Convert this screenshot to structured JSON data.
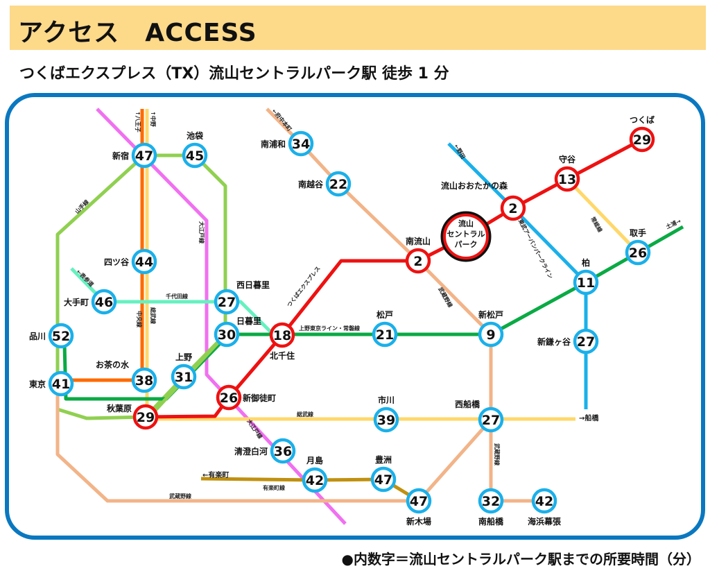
{
  "header": {
    "title": "アクセス　ACCESS"
  },
  "subtitle": "つくばエクスプレス（TX）流山セントラルパーク駅 徒歩 1 分",
  "footnote": "●内数字＝流山セントラルパーク駅までの所要時間（分）",
  "colors": {
    "station_blue": "#1ab0ea",
    "tx_red": "#ee1111",
    "frame": "#0a78c0",
    "header_bg": "#fdd98a"
  },
  "home_station": {
    "name_lines": [
      "流山",
      "セントラル",
      "パーク"
    ]
  },
  "stations": [
    {
      "name": "新宿",
      "minutes": "47",
      "line": "jr"
    },
    {
      "name": "池袋",
      "minutes": "45",
      "line": "jr"
    },
    {
      "name": "四ツ谷",
      "minutes": "44",
      "line": "jr"
    },
    {
      "name": "大手町",
      "minutes": "46",
      "line": "jr"
    },
    {
      "name": "西日暮里",
      "minutes": "27",
      "line": "jr"
    },
    {
      "name": "日暮里",
      "minutes": "30",
      "line": "jr"
    },
    {
      "name": "品川",
      "minutes": "52",
      "line": "jr"
    },
    {
      "name": "東京",
      "minutes": "41",
      "line": "jr"
    },
    {
      "name": "お茶の水",
      "minutes": "38",
      "line": "jr"
    },
    {
      "name": "上野",
      "minutes": "31",
      "line": "jr"
    },
    {
      "name": "秋葉原",
      "minutes": "29",
      "line": "tx"
    },
    {
      "name": "新御徒町",
      "minutes": "26",
      "line": "tx"
    },
    {
      "name": "北千住",
      "minutes": "18",
      "line": "tx"
    },
    {
      "name": "松戸",
      "minutes": "21",
      "line": "jr"
    },
    {
      "name": "新松戸",
      "minutes": "9",
      "line": "jr"
    },
    {
      "name": "南流山",
      "minutes": "2",
      "line": "tx"
    },
    {
      "name": "流山おおたかの森",
      "minutes": "2",
      "line": "tx"
    },
    {
      "name": "守谷",
      "minutes": "13",
      "line": "tx"
    },
    {
      "name": "つくば",
      "minutes": "29",
      "line": "tx"
    },
    {
      "name": "取手",
      "minutes": "26",
      "line": "jr"
    },
    {
      "name": "柏",
      "minutes": "11",
      "line": "jr"
    },
    {
      "name": "新鎌ヶ谷",
      "minutes": "27",
      "line": "jr"
    },
    {
      "name": "南浦和",
      "minutes": "34",
      "line": "jr"
    },
    {
      "name": "南越谷",
      "minutes": "22",
      "line": "jr"
    },
    {
      "name": "市川",
      "minutes": "39",
      "line": "jr"
    },
    {
      "name": "西船橋",
      "minutes": "27",
      "line": "jr"
    },
    {
      "name": "清澄白河",
      "minutes": "36",
      "line": "jr"
    },
    {
      "name": "月島",
      "minutes": "42",
      "line": "jr"
    },
    {
      "name": "豊洲",
      "minutes": "47",
      "line": "jr"
    },
    {
      "name": "新木場",
      "minutes": "47",
      "line": "jr"
    },
    {
      "name": "南船橋",
      "minutes": "32",
      "line": "jr"
    },
    {
      "name": "海浜幕張",
      "minutes": "42",
      "line": "jr"
    }
  ],
  "line_labels": [
    "山手線",
    "中央線",
    "総武線",
    "大江戸線",
    "千代田線",
    "つくばエクスプレス",
    "上野東京ライン・常磐線",
    "武蔵野線",
    "東武アーバンパークライン",
    "常総線",
    "総武線",
    "大江戸線",
    "有楽町線",
    "武蔵野線",
    "武蔵野線"
  ],
  "direction_labels": [
    "↑八王子",
    "↑中野",
    "←府中本町",
    "←野田",
    "←表参道",
    "土浦→",
    "→船橋",
    "←有楽町"
  ]
}
